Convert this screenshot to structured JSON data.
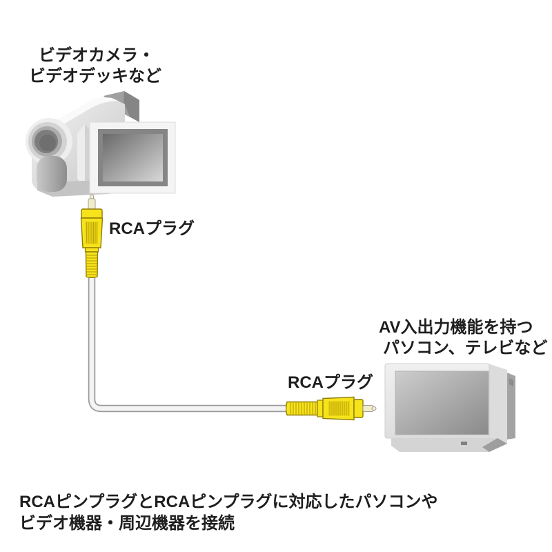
{
  "canvas": {
    "background": "#ffffff",
    "text_color": "#1e1e1e"
  },
  "source_device": {
    "label_line1": "ビデオカメラ・",
    "label_line2": "ビデオデッキなど"
  },
  "plug_top": {
    "label": "RCAプラグ"
  },
  "plug_bottom": {
    "label": "RCAプラグ"
  },
  "target_device": {
    "label_line1": "AV入出力機能を持つ",
    "label_line2": "パソコン、テレビなど"
  },
  "caption": {
    "line1": "RCAピンプラグとRCAピンプラグに対応したパソコンや",
    "line2": "ビデオ機器・周辺機器を接続"
  },
  "colors": {
    "text_color": "#1e1e1e",
    "plug_yellow": "#f6e31c",
    "plug_yellow_dark": "#e9d314",
    "plug_outline": "#8e7c04",
    "plug_rib": "#bda408",
    "plug_tip_cream": "#f2edc8",
    "plug_tip_outline": "#9e9e9e",
    "cable_outline": "#9a9a9a",
    "cable_fill": "#f4f4f4",
    "device_body_gray": "#d9d9d9"
  }
}
